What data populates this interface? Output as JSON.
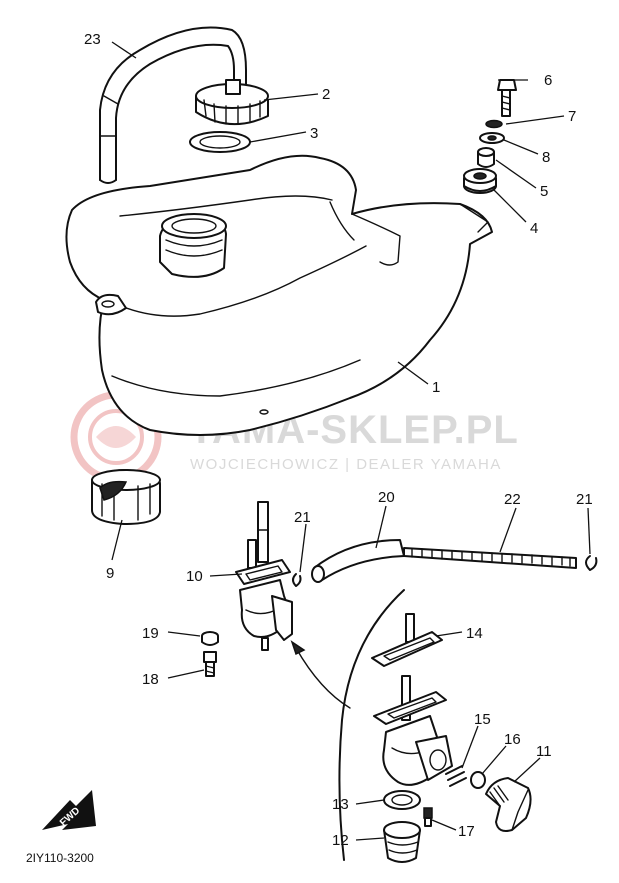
{
  "watermark": {
    "title": "YAMA-SKLEP.PL",
    "subtitle": "WOJCIECHOWICZ | DEALER YAMAHA",
    "logo_color": "#f2c4c4"
  },
  "diagram_code": "2IY110-3200",
  "fwd_label": "FWD",
  "callouts": {
    "p1": "1",
    "p2": "2",
    "p3": "3",
    "p4": "4",
    "p5": "5",
    "p6": "6",
    "p7": "7",
    "p8": "8",
    "p9": "9",
    "p10": "10",
    "p11": "11",
    "p12": "12",
    "p13": "13",
    "p14": "14",
    "p15": "15",
    "p16": "16",
    "p17": "17",
    "p18": "18",
    "p19": "19",
    "p20": "20",
    "p21a": "21",
    "p21b": "21",
    "p22": "22",
    "p23": "23"
  }
}
